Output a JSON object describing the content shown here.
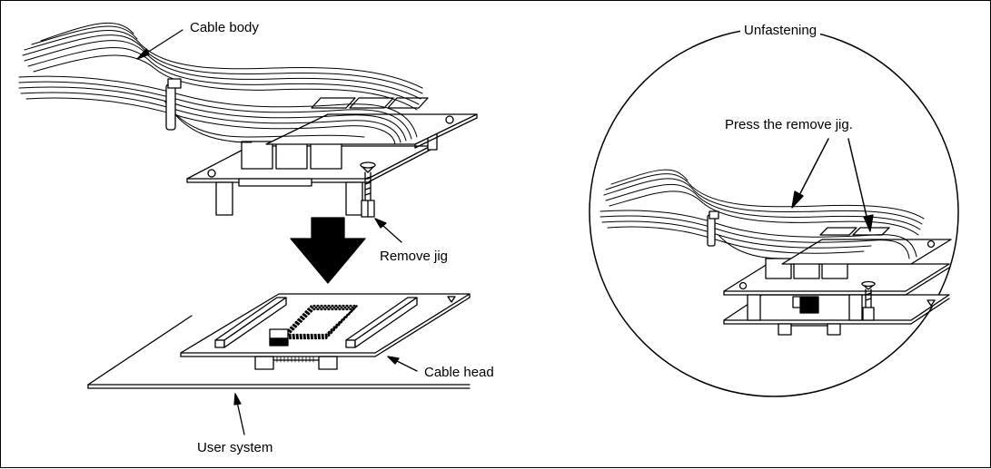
{
  "labels": {
    "cable_body": "Cable body",
    "remove_jig": "Remove jig",
    "cable_head": "Cable head",
    "user_system": "User system",
    "unfastening": "Unfastening",
    "press_remove_jig": "Press the remove jig."
  },
  "colors": {
    "stroke": "#000000",
    "background": "#ffffff"
  }
}
